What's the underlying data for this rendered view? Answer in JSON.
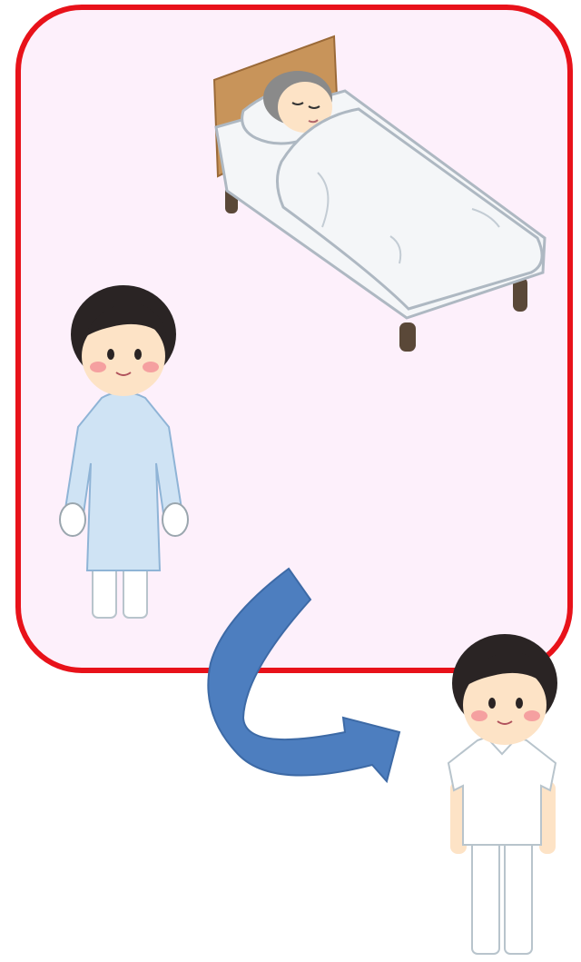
{
  "colors": {
    "room_border": "#e8121a",
    "room_fill": "#fdf0fb",
    "arrow_fill": "#4d7ebf",
    "arrow_stroke": "#3d6aa6",
    "gown": "#cfe3f4",
    "gown_stroke": "#8fb4d6",
    "hair": "#2a2424",
    "skin": "#fde3c6",
    "cheek": "#f5a0a0",
    "headboard": "#c8945a",
    "bed_leg": "#5a4838",
    "sheet": "#f4f6f8",
    "sheet_stroke": "#aeb8c2",
    "uniform": "#ffffff",
    "uniform_stroke": "#b8c4cc"
  },
  "elements": {
    "room": "isolation-room-area",
    "patient": "elderly-patient-in-bed",
    "nurse_gowned": "nurse-wearing-isolation-gown",
    "exit_arrow": "curved-exit-arrow",
    "nurse_uniform": "nurse-in-regular-uniform"
  }
}
